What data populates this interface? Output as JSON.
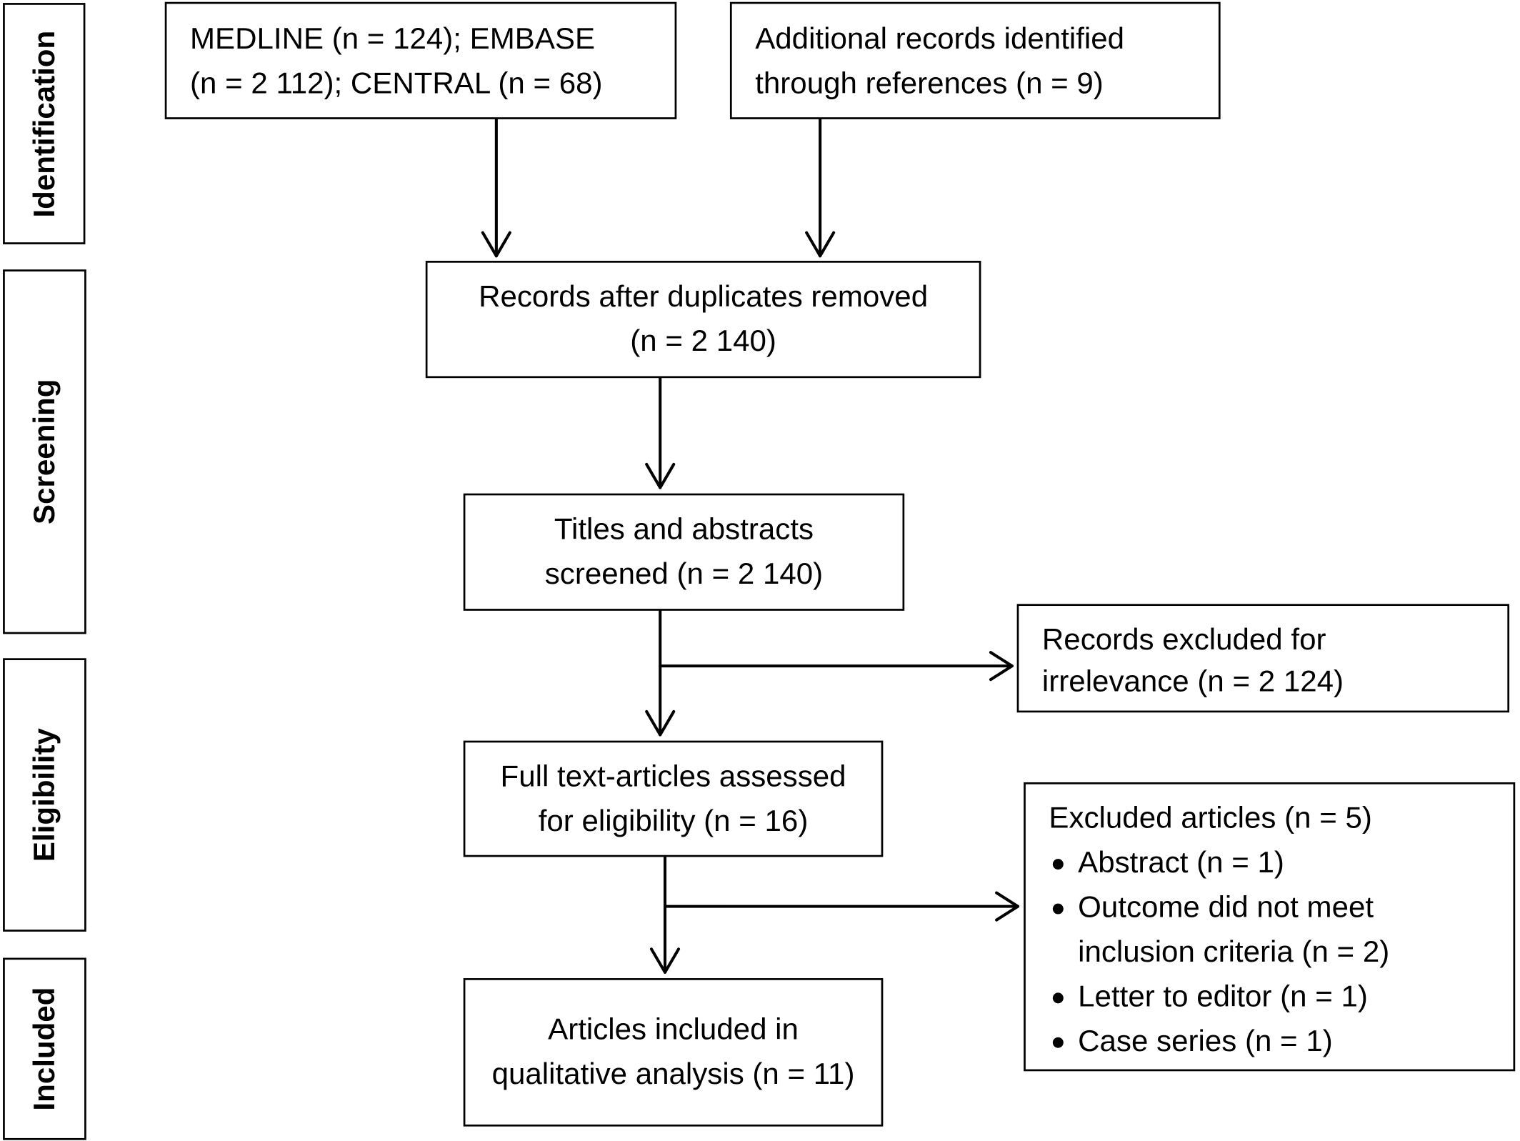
{
  "phases": {
    "identification": "Identification",
    "screening": "Screening",
    "eligibility": "Eligibility",
    "included": "Included"
  },
  "boxes": {
    "databases": [
      "MEDLINE (n = 124); EMBASE",
      "(n = 2 112); CENTRAL (n = 68)"
    ],
    "additional": [
      "Additional records identified",
      "through references (n = 9)"
    ],
    "deduplicated": [
      "Records after duplicates removed",
      "(n = 2 140)"
    ],
    "screened": [
      "Titles and abstracts",
      "screened (n = 2 140)"
    ],
    "excluded_irrelevance": [
      "Records excluded for",
      "irrelevance (n = 2 124)"
    ],
    "fulltext": [
      "Full text-articles assessed",
      "for eligibility (n = 16)"
    ],
    "excluded_articles": {
      "heading": "Excluded articles (n = 5)",
      "items": [
        [
          "Abstract (n = 1)"
        ],
        [
          "Outcome did not meet",
          "inclusion criteria (n = 2)"
        ],
        [
          "Letter to editor (n = 1)"
        ],
        [
          "Case series (n = 1)"
        ]
      ]
    },
    "included": [
      "Articles included in",
      "qualitative analysis (n = 11)"
    ]
  }
}
